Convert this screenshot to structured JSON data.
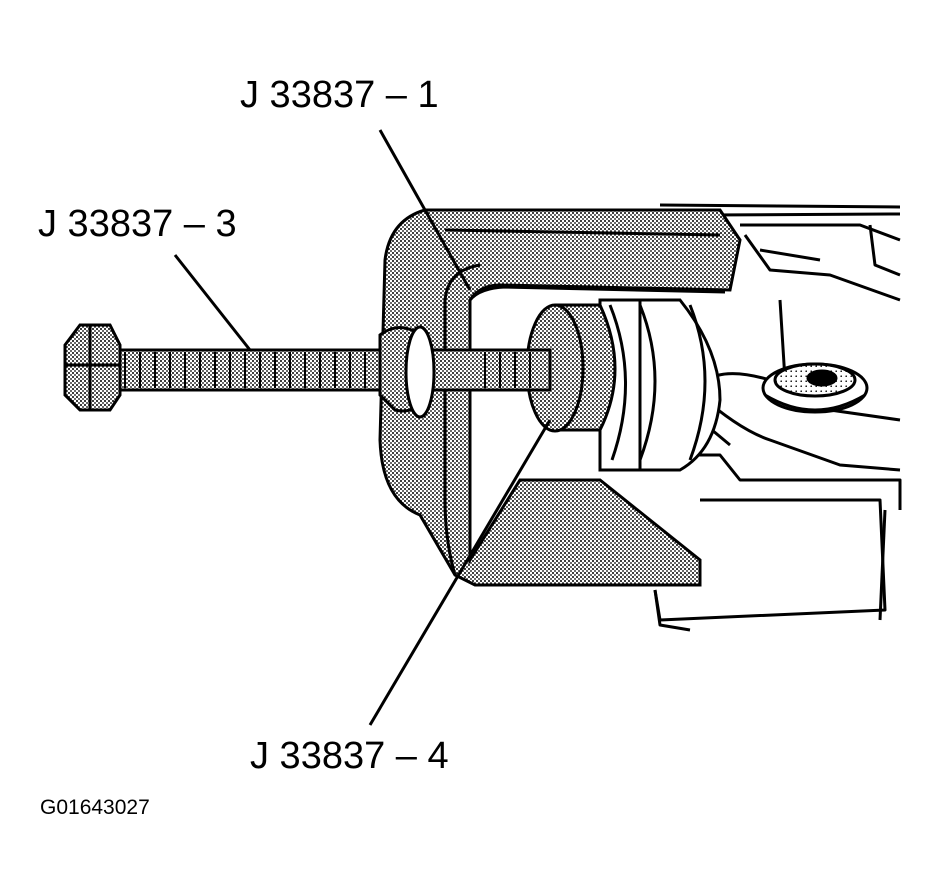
{
  "callouts": {
    "tool_main": "J 33837 – 1",
    "tool_bolt": "J 33837 – 3",
    "tool_receiver": "J 33837 – 4"
  },
  "figure_id": "G01643027",
  "colors": {
    "ink": "#000000",
    "paper": "#ffffff",
    "screen_tone": "#9a9a9a"
  }
}
